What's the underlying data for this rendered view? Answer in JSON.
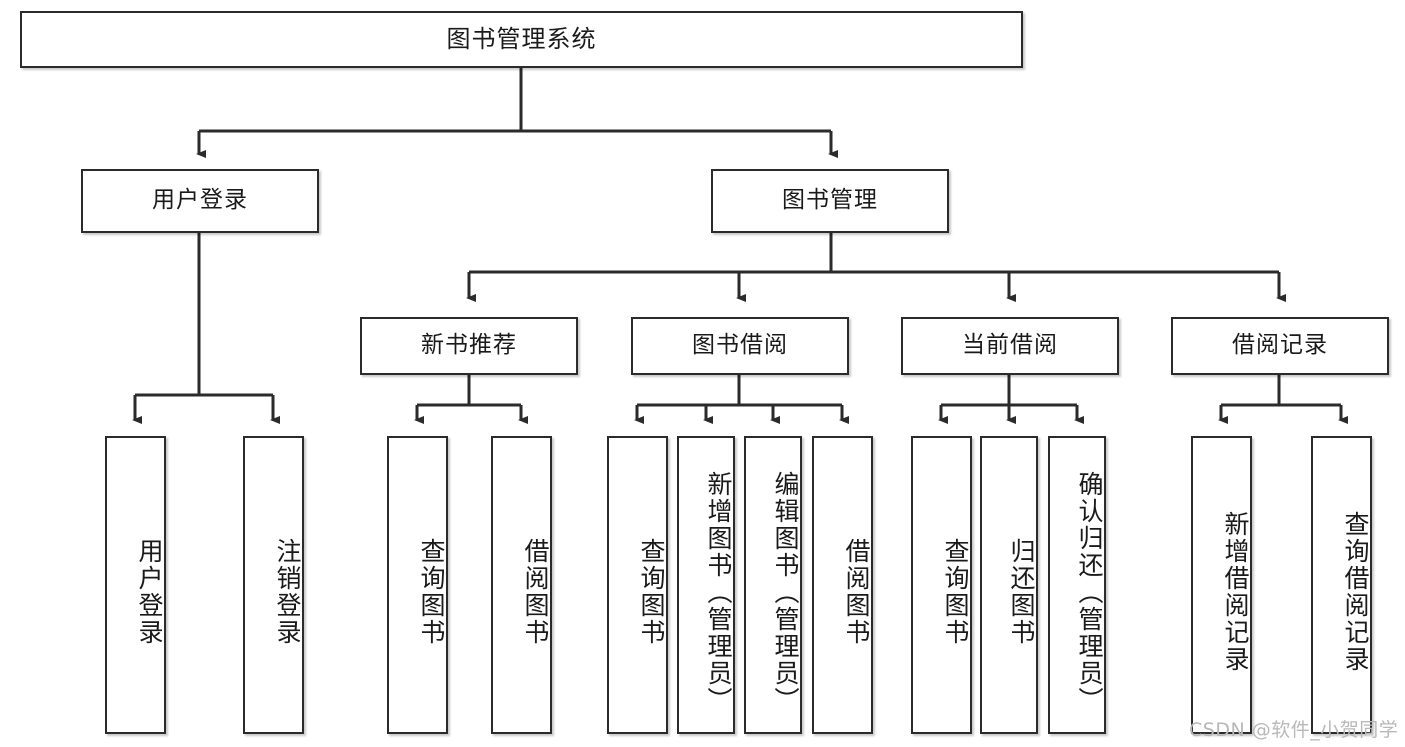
{
  "diagram": {
    "title": "图书管理系统",
    "type": "tree-hierarchy-chart",
    "orientation": "top-down",
    "colors": {
      "box_border": "#2b2b2b",
      "box_fill": "#ffffff",
      "connector": "#2b2b2b",
      "text": "#1a1a1a",
      "watermark": "#b8b8b8",
      "background": "#ffffff"
    }
  },
  "root": {
    "label": "图书管理系统"
  },
  "level2": [
    {
      "label": "用户登录"
    },
    {
      "label": "图书管理"
    }
  ],
  "level3": [
    {
      "label": "新书推荐"
    },
    {
      "label": "图书借阅"
    },
    {
      "label": "当前借阅"
    },
    {
      "label": "借阅记录"
    }
  ],
  "leaves": {
    "user_login": [
      {
        "label": "用户登录"
      },
      {
        "label": "注销登录"
      }
    ],
    "new_book_recommend": [
      {
        "label": "查询图书"
      },
      {
        "label": "借阅图书"
      }
    ],
    "book_borrow": [
      {
        "label": "查询图书"
      },
      {
        "label": "新增图书（管理员）"
      },
      {
        "label": "编辑图书（管理员）"
      },
      {
        "label": "借阅图书"
      }
    ],
    "current_borrow": [
      {
        "label": "查询图书"
      },
      {
        "label": "归还图书"
      },
      {
        "label": "确认归还（管理员）"
      }
    ],
    "borrow_record": [
      {
        "label": "新增借阅记录"
      },
      {
        "label": "查询借阅记录"
      }
    ]
  },
  "watermark": {
    "text": "CSDN @软件_小贺同学"
  }
}
